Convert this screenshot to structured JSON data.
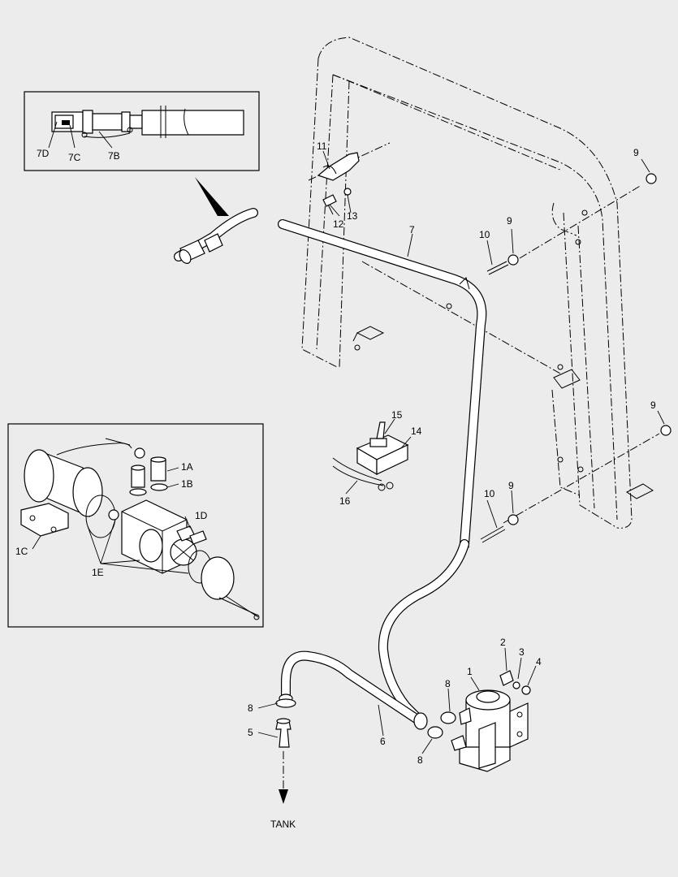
{
  "labels": {
    "p1": "1",
    "p1A": "1A",
    "p1B": "1B",
    "p1C": "1C",
    "p1D": "1D",
    "p1E": "1E",
    "p2": "2",
    "p3": "3",
    "p4": "4",
    "p5": "5",
    "p6": "6",
    "p7": "7",
    "p7B": "7B",
    "p7C": "7C",
    "p7D": "7D",
    "p8a": "8",
    "p8b": "8",
    "p8c": "8",
    "p9a": "9",
    "p9b": "9",
    "p9c": "9",
    "p9d": "9",
    "p10a": "10",
    "p10b": "10",
    "p11": "11",
    "p12": "12",
    "p13": "13",
    "p14": "14",
    "p15": "15",
    "p16": "16",
    "tank": "TANK"
  }
}
